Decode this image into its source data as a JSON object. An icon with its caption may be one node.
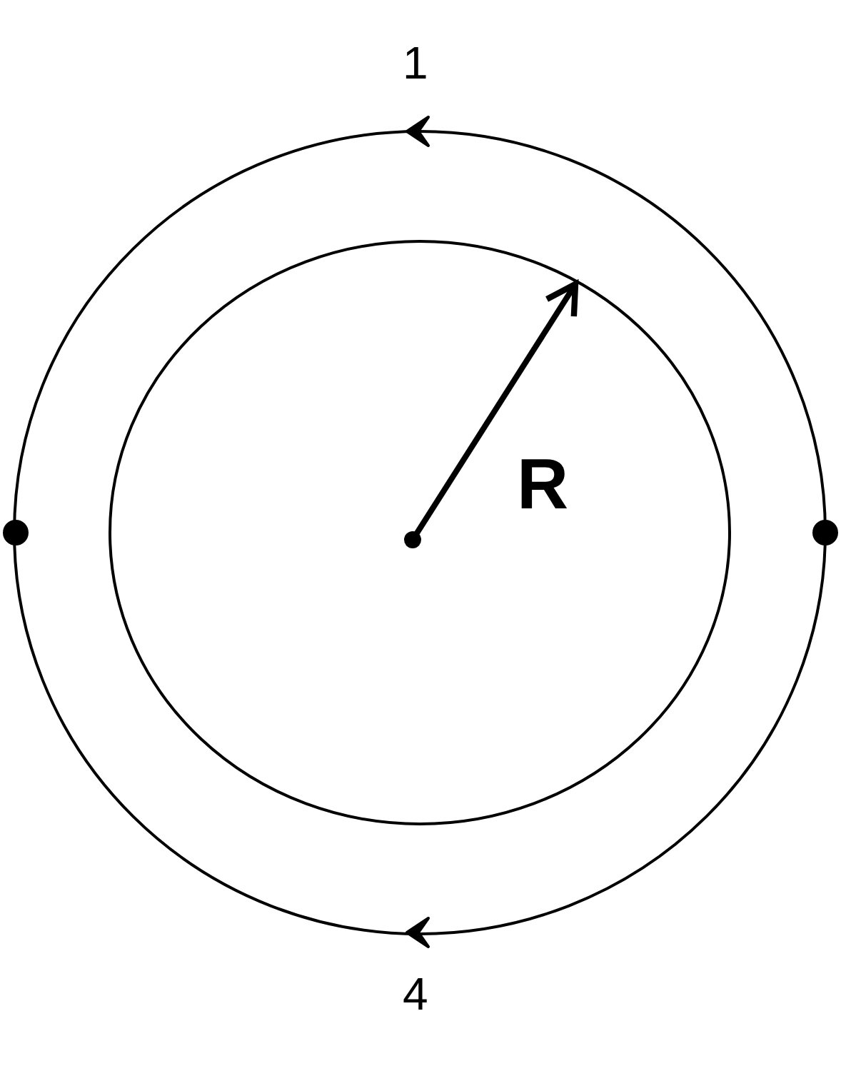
{
  "diagram": {
    "labels": [
      "1",
      "R",
      "4"
    ]
  }
}
